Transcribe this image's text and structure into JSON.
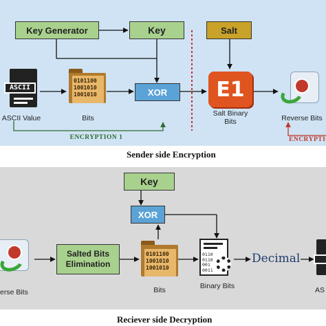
{
  "sender": {
    "key_generator": "Key Generator",
    "key": "Key",
    "xor": "XOR",
    "salt": "Salt",
    "e1_glyph": "E1",
    "ascii_glyph": "ASCII",
    "ascii_label": "ASCII Value",
    "bits_label": "Bits",
    "bits_glyph": "0101100\n1001010\n1001010",
    "salt_binary_label": "Salt Binary\nBits",
    "reverse_bits_label": "Reverse Bits",
    "encryption1": "Encryption 1",
    "encryption2_partial": "Encryption",
    "caption": "Sender side Encryption"
  },
  "receiver": {
    "key": "Key",
    "xor": "XOR",
    "salted_bits": "Salted Bits\nElimination",
    "bits_label": "Bits",
    "bits_glyph": "0101100\n1001010\n1001010",
    "binary_glyph": "0110\n0110\n001\n0011",
    "binary_bits_label": "Binary Bits",
    "decimal": "Decimal",
    "reverse_bits_label": "erse Bits",
    "ascii_partial": "AS",
    "caption": "Reciever side Decryption"
  },
  "colors": {
    "top_panel": "#cfe3f4",
    "bottom_panel": "#d9d9d9",
    "green_box": "#a9d18e",
    "blue_box": "#5ba3d6",
    "gold_box": "#c8a229",
    "encryption_green": "#2e6b2e",
    "encryption_red": "#c0392b",
    "divider_red": "#d03030"
  }
}
